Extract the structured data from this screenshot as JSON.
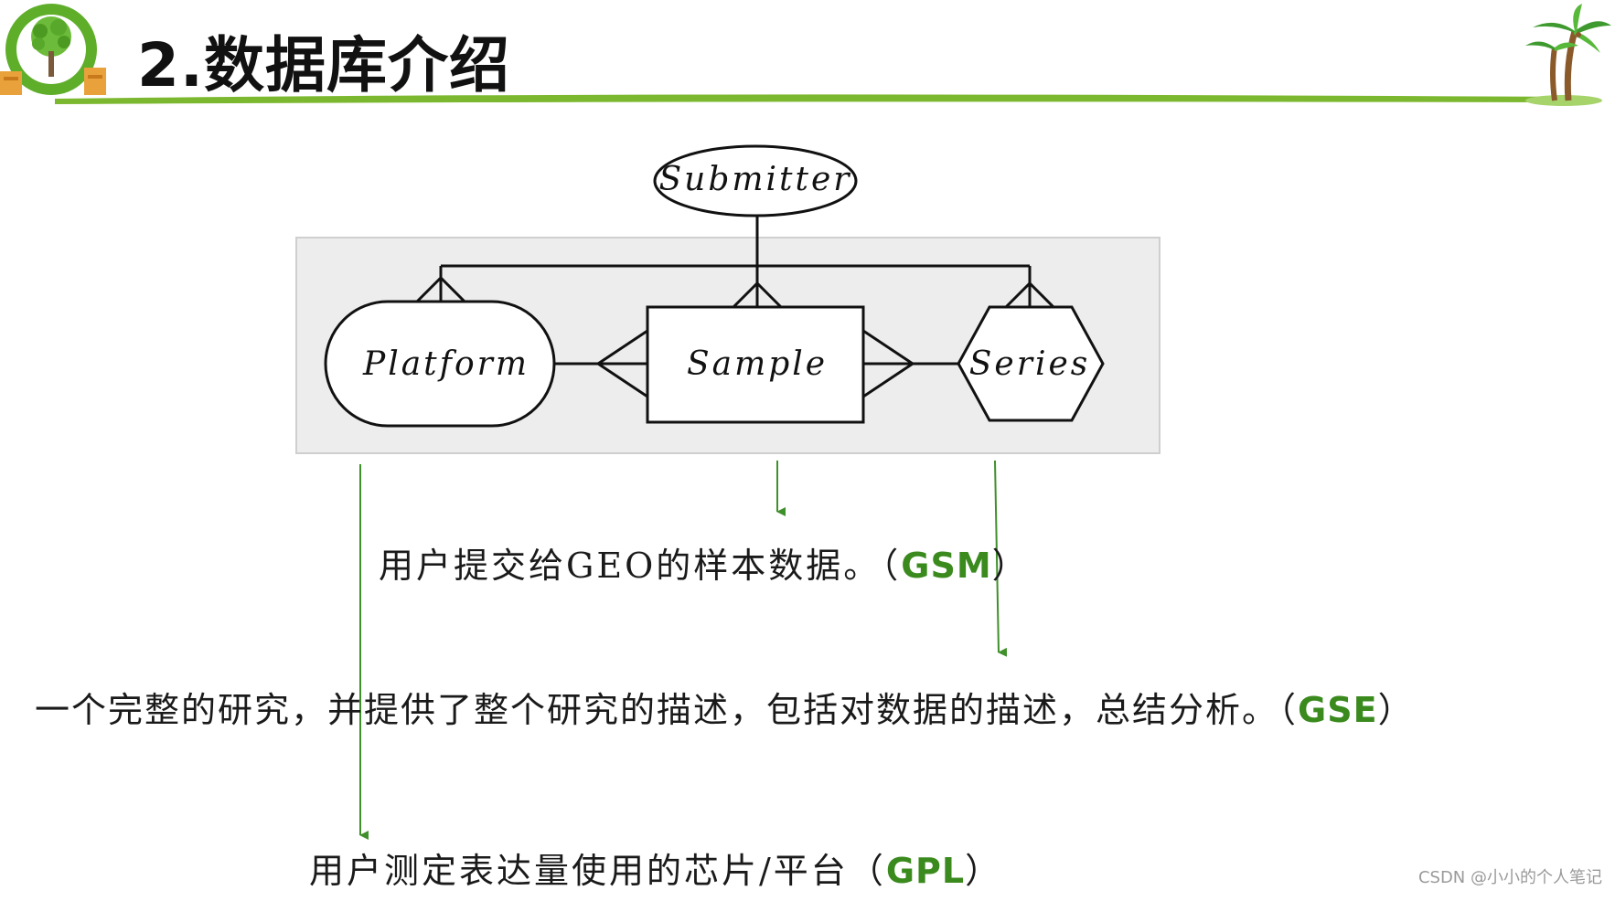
{
  "header": {
    "title": "2.数据库介绍",
    "logo_icon": "tree-logo-icon",
    "palm_icon": "palm-tree-icon",
    "accent_color": "#7cb82f"
  },
  "diagram": {
    "nodes": {
      "submitter": "Submitter",
      "platform": "Platform",
      "sample": "Sample",
      "series": "Series"
    },
    "panel_color": "#ededed",
    "arrow_color": "#3f8f2a"
  },
  "descriptions": {
    "gsm": {
      "text": "用户提交给GEO的样本数据。",
      "open": "（",
      "code": "GSM",
      "close": "）"
    },
    "gse": {
      "text": "一个完整的研究，并提供了整个研究的描述，包括对数据的描述，总结分析。",
      "open": "（",
      "code": "GSE",
      "close": "）"
    },
    "gpl": {
      "text": "用户测定表达量使用的芯片/平台",
      "open": "（",
      "code": "GPL",
      "close": "）"
    }
  },
  "watermark": "CSDN @小小的个人笔记"
}
